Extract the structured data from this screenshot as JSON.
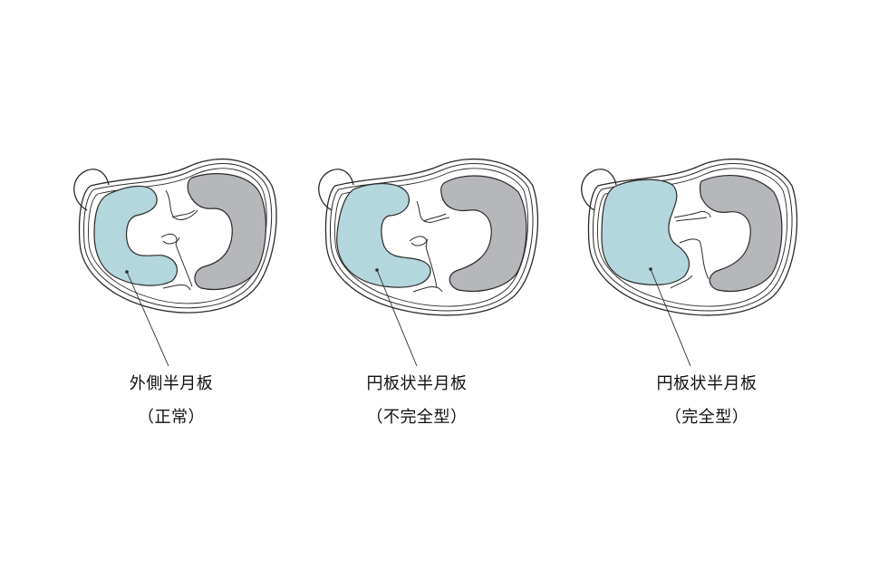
{
  "colors": {
    "lateral_meniscus_fill": "#b4d6dd",
    "medial_meniscus_fill": "#b6b7ba",
    "outline": "#2a2a2a",
    "background": "#ffffff"
  },
  "panels": [
    {
      "title": "外側半月板",
      "subtitle": "（正常）",
      "type": "normal"
    },
    {
      "title": "円板状半月板",
      "subtitle": "（不完全型）",
      "type": "incomplete-discoid"
    },
    {
      "title": "円板状半月板",
      "subtitle": "（完全型）",
      "type": "complete-discoid"
    }
  ]
}
